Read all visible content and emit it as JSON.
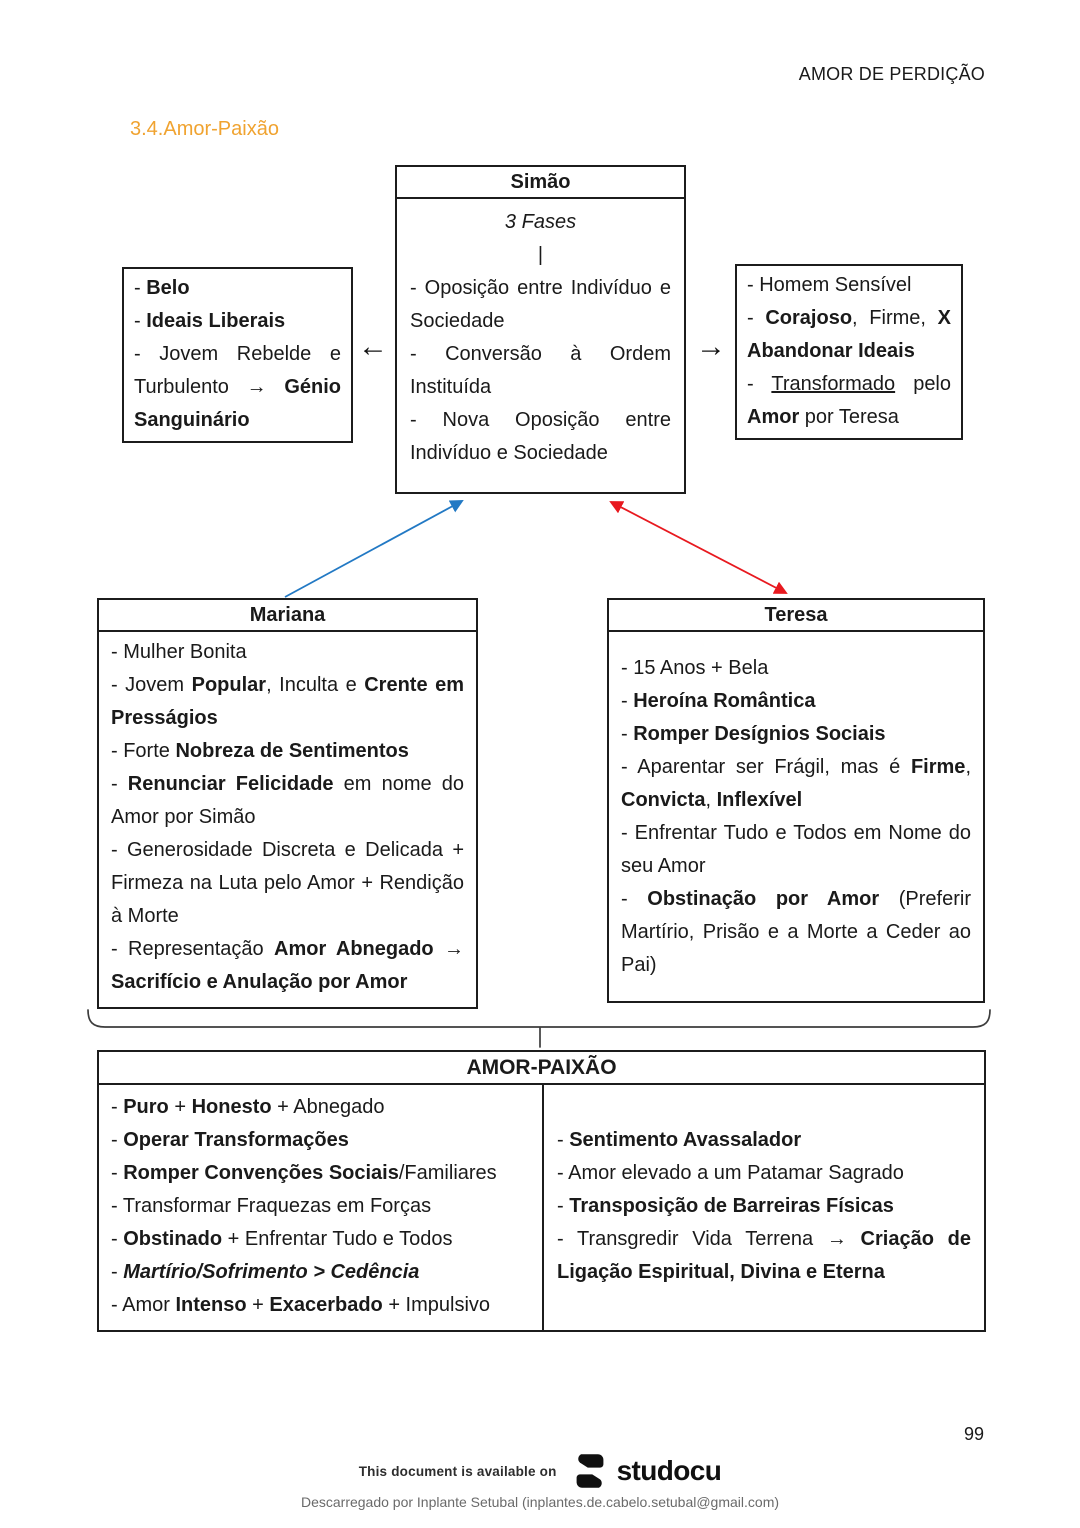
{
  "page": {
    "header_right": "AMOR DE PERDIÇÃO",
    "section_title": "3.4.Amor-Paixão",
    "page_number": "99",
    "footer_note": "This document is available on",
    "footer_brand": "studocu",
    "footer_download": "Descarregado por Inplante Setubal (inplantes.de.cabelo.setubal@gmail.com)"
  },
  "colors": {
    "accent_orange": "#F0A330",
    "arrow_blue": "#2279C4",
    "arrow_red": "#E8191F",
    "border_black": "#1C1C1C",
    "footer_gray": "#6A6A6A"
  },
  "icons": {
    "left_arrow": "←",
    "right_arrow": "→"
  },
  "diagram": {
    "simao": {
      "title": "Simão",
      "subtitle": "3 Fases",
      "divider": "|",
      "items": [
        [
          {
            "t": "- Oposição entre Indivíduo e Sociedade"
          }
        ],
        [
          {
            "t": "- Conversão à Ordem Instituída"
          }
        ],
        [
          {
            "t": "- Nova Oposição entre Indivíduo e Sociedade"
          }
        ]
      ]
    },
    "left_traits": {
      "items": [
        [
          {
            "t": "- "
          },
          {
            "t": "Belo",
            "b": 1
          }
        ],
        [
          {
            "t": "- "
          },
          {
            "t": "Ideais Liberais",
            "b": 1
          }
        ],
        [
          {
            "t": "- Jovem Rebelde e Turbulento "
          },
          {
            "t": "→ Génio Sanguinário",
            "b": 1
          }
        ]
      ]
    },
    "right_traits": {
      "items": [
        [
          {
            "t": "- Homem Sensível"
          }
        ],
        [
          {
            "t": "- "
          },
          {
            "t": "Corajoso",
            "b": 1
          },
          {
            "t": ", Firme, "
          },
          {
            "t": "X Abandonar Ideais",
            "b": 1
          }
        ],
        [
          {
            "t": "- "
          },
          {
            "t": "Transformado",
            "u": 1
          },
          {
            "t": " pelo "
          },
          {
            "t": "Amor",
            "b": 1
          },
          {
            "t": " por Teresa"
          }
        ]
      ]
    },
    "mariana": {
      "title": "Mariana",
      "items": [
        [
          {
            "t": "- Mulher Bonita"
          }
        ],
        [
          {
            "t": "- Jovem "
          },
          {
            "t": "Popular",
            "b": 1
          },
          {
            "t": ", Inculta e "
          },
          {
            "t": "Crente em Presságios",
            "b": 1
          }
        ],
        [
          {
            "t": "- Forte "
          },
          {
            "t": "Nobreza de Sentimentos",
            "b": 1
          }
        ],
        [
          {
            "t": "- "
          },
          {
            "t": "Renunciar Felicidade",
            "b": 1
          },
          {
            "t": " em nome do Amor por Simão"
          }
        ],
        [
          {
            "t": "- Generosidade Discreta e Delicada + Firmeza na Luta pelo Amor + Rendição à Morte"
          }
        ],
        [
          {
            "t": "- Representação "
          },
          {
            "t": "Amor Abnegado → Sacrifício e Anulação por Amor",
            "b": 1
          }
        ]
      ]
    },
    "teresa": {
      "title": "Teresa",
      "items": [
        [
          {
            "t": "- 15 Anos + Bela"
          }
        ],
        [
          {
            "t": "- "
          },
          {
            "t": "Heroína Romântica",
            "b": 1
          }
        ],
        [
          {
            "t": "- "
          },
          {
            "t": "Romper Desígnios Sociais",
            "b": 1
          }
        ],
        [
          {
            "t": "- Aparentar ser Frágil, mas é "
          },
          {
            "t": "Firme",
            "b": 1
          },
          {
            "t": ", "
          },
          {
            "t": "Convicta",
            "b": 1
          },
          {
            "t": ", "
          },
          {
            "t": "Inflexível",
            "b": 1
          }
        ],
        [
          {
            "t": "- Enfrentar Tudo e Todos em Nome do seu Amor"
          }
        ],
        [
          {
            "t": "- "
          },
          {
            "t": "Obstinação por Amor",
            "b": 1
          },
          {
            "t": " (Preferir Martírio, Prisão e a Morte a Ceder ao Pai)"
          }
        ]
      ]
    },
    "amor_paixao": {
      "title": "AMOR-PAIXÃO",
      "left_items": [
        [
          {
            "t": "- "
          },
          {
            "t": "Puro",
            "b": 1
          },
          {
            "t": " + "
          },
          {
            "t": "Honesto",
            "b": 1
          },
          {
            "t": " + Abnegado"
          }
        ],
        [
          {
            "t": "- "
          },
          {
            "t": "Operar Transformações",
            "b": 1
          }
        ],
        [
          {
            "t": "- "
          },
          {
            "t": "Romper Convenções Sociais",
            "b": 1
          },
          {
            "t": "/Familiares"
          }
        ],
        [
          {
            "t": "- Transformar Fraquezas em Forças"
          }
        ],
        [
          {
            "t": "- "
          },
          {
            "t": "Obstinado",
            "b": 1
          },
          {
            "t": " + Enfrentar Tudo e Todos"
          }
        ],
        [
          {
            "t": "- "
          },
          {
            "t": "Martírio/Sofrimento > Cedência",
            "b": 1,
            "i": 1
          }
        ],
        [
          {
            "t": "- Amor "
          },
          {
            "t": "Intenso",
            "b": 1
          },
          {
            "t": " + "
          },
          {
            "t": "Exacerbado",
            "b": 1
          },
          {
            "t": " + Impulsivo"
          }
        ]
      ],
      "right_items": [
        [
          {
            "t": "- "
          },
          {
            "t": "Sentimento Avassalador",
            "b": 1
          }
        ],
        [
          {
            "t": "- Amor elevado a um Patamar Sagrado"
          }
        ],
        [
          {
            "t": "- "
          },
          {
            "t": "Transposição de Barreiras Físicas",
            "b": 1
          }
        ],
        [
          {
            "t": "- Transgredir Vida Terrena "
          },
          {
            "t": "→ Criação de Ligação Espiritual, Divina e Eterna",
            "b": 1
          }
        ]
      ]
    }
  }
}
